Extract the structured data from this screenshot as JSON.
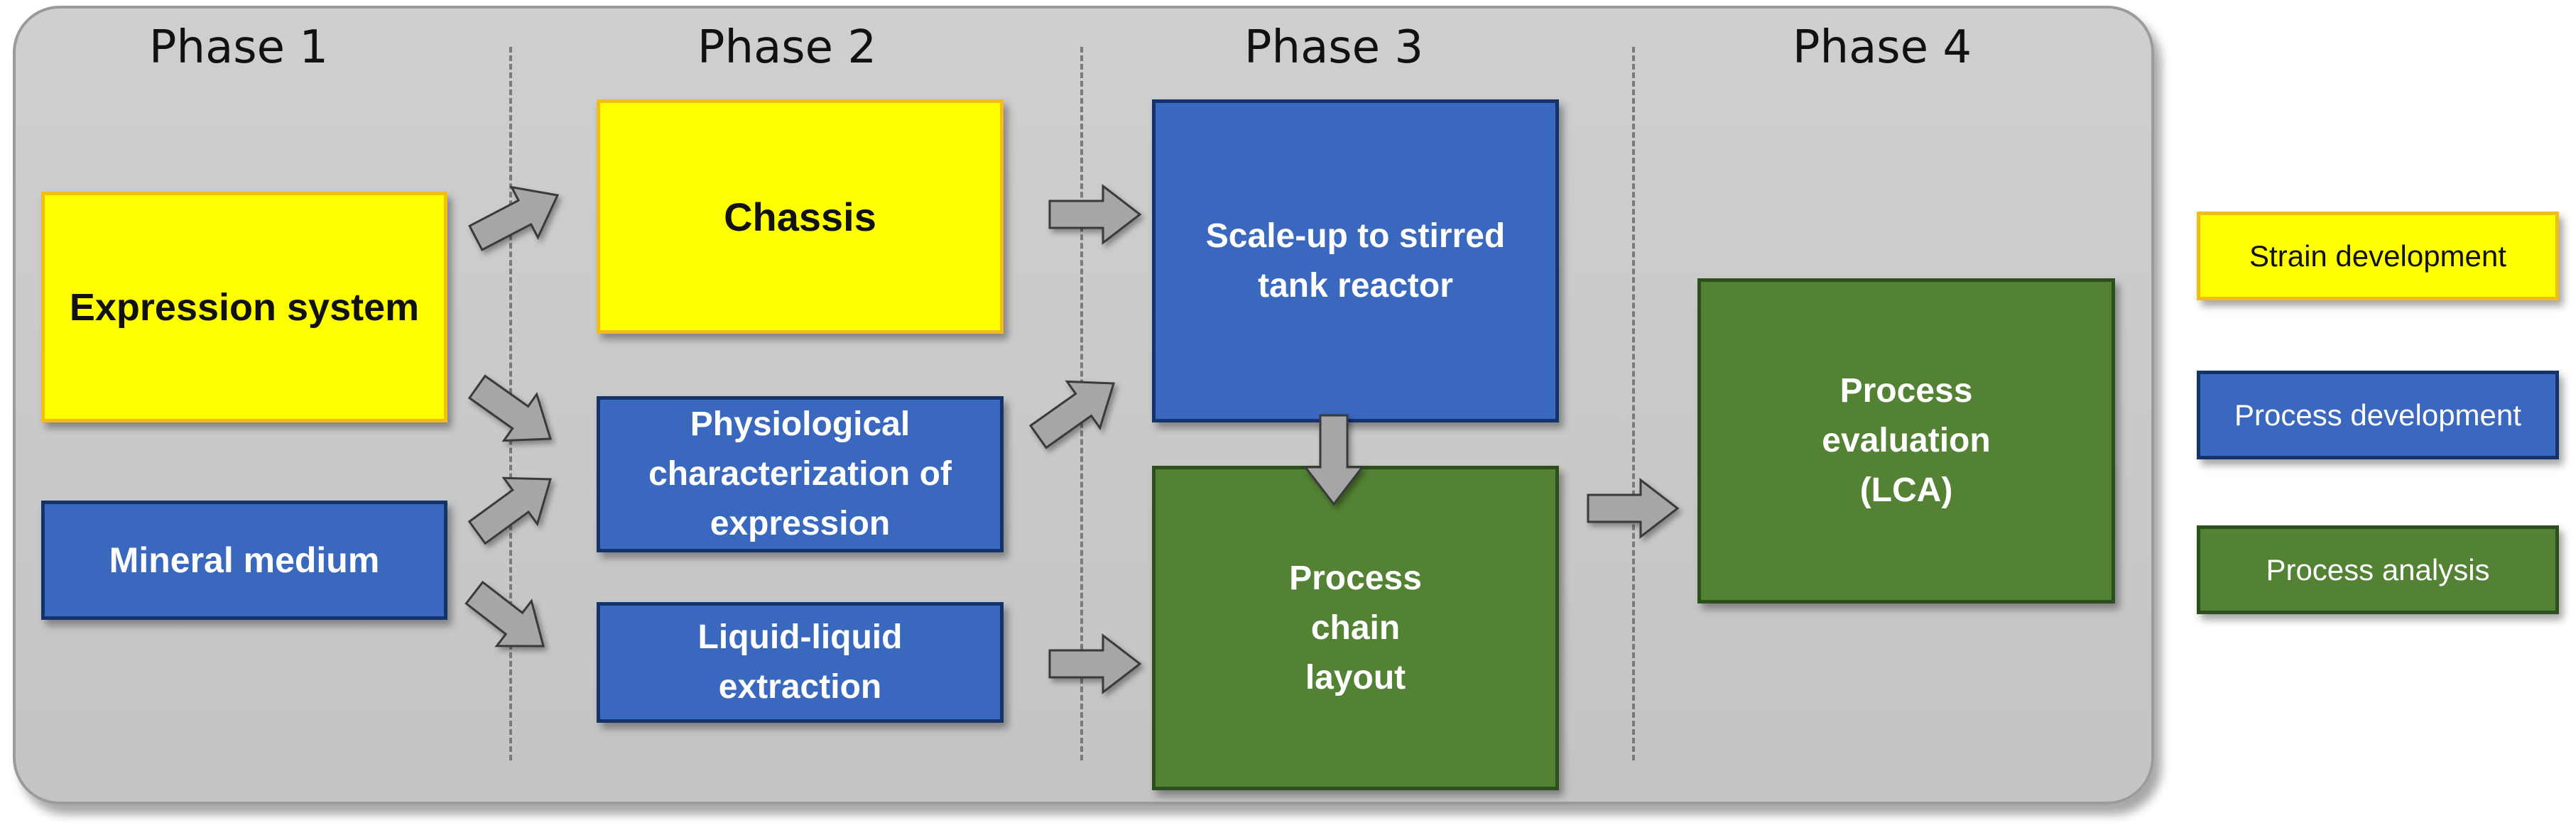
{
  "phases": [
    "Phase 1",
    "Phase 2",
    "Phase 3",
    "Phase 4"
  ],
  "boxes": {
    "expression_system": "Expression system",
    "mineral_medium": "Mineral medium",
    "chassis": "Chassis",
    "physiological_line1": "Physiological",
    "physiological_line2": "characterization of",
    "physiological_line3": "expression",
    "extraction_line1": "Liquid-liquid",
    "extraction_line2": "extraction",
    "scaleup_line1": "Scale-up to stirred",
    "scaleup_line2": "tank reactor",
    "process_chain_line1": "Process",
    "process_chain_line2": "chain",
    "process_chain_line3": "layout",
    "evaluation_line1": "Process",
    "evaluation_line2": "evaluation",
    "evaluation_line3": "(LCA)"
  },
  "legend": {
    "strain_development": "Strain development",
    "process_development": "Process development",
    "process_analysis": "Process analysis"
  },
  "colors": {
    "strain_development": "#ffff00",
    "process_development": "#3a68bf",
    "process_analysis": "#538234",
    "arrow_fill": "#a6a6a6",
    "arrow_stroke": "#3a3a3a"
  }
}
